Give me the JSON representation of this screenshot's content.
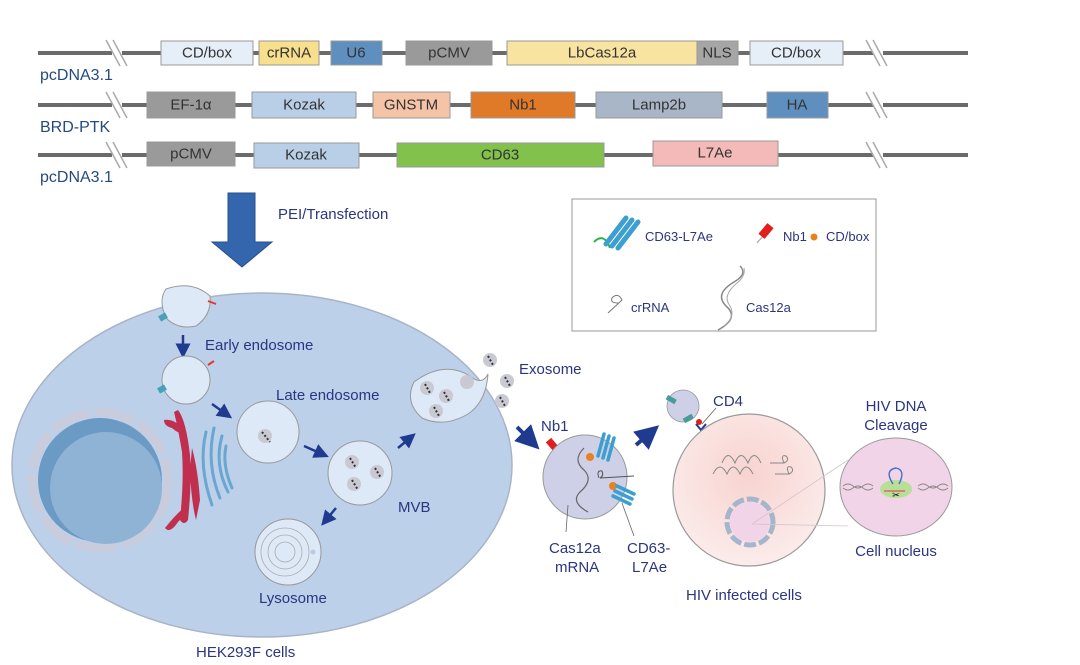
{
  "colors": {
    "label_text": "#2b3580",
    "plasmid_label": "#244a80",
    "backbone": "#6b6b6b",
    "cell_fill": "#bcd0ea",
    "arrow_blue": "#1f3b8f",
    "big_arrow": "#3466ad"
  },
  "constructs": [
    {
      "name": "pcDNA3.1",
      "elements": [
        {
          "label": "CD/box",
          "color": "#e6eef7"
        },
        {
          "label": "crRNA",
          "color": "#f7df8e"
        },
        {
          "label": "U6",
          "color": "#5f8fbe"
        },
        {
          "label": "pCMV",
          "color": "#9a9a9a"
        },
        {
          "label": "LbCas12a",
          "color": "#f9e3a0"
        },
        {
          "label": "NLS",
          "color": "#a6a6a6"
        },
        {
          "label": "CD/box",
          "color": "#e6eef7"
        }
      ]
    },
    {
      "name": "BRD-PTK",
      "elements": [
        {
          "label": "EF-1α",
          "color": "#9a9a9a"
        },
        {
          "label": "Kozak",
          "color": "#b9cfe8"
        },
        {
          "label": "GNSTM",
          "color": "#f5c3a6"
        },
        {
          "label": "Nb1",
          "color": "#e07a28"
        },
        {
          "label": "Lamp2b",
          "color": "#a9b6c8"
        },
        {
          "label": "HA",
          "color": "#5f8fbe"
        }
      ]
    },
    {
      "name": "pcDNA3.1",
      "elements": [
        {
          "label": "pCMV",
          "color": "#9a9a9a"
        },
        {
          "label": "Kozak",
          "color": "#b9cfe8"
        },
        {
          "label": "CD63",
          "color": "#82c14b"
        },
        {
          "label": "L7Ae",
          "color": "#f4b9b9"
        }
      ]
    }
  ],
  "transfection_label": "PEI/Transfection",
  "legend": {
    "items": [
      {
        "label": "CD63-L7Ae",
        "icon": "cd63-l7ae-icon"
      },
      {
        "label": "Nb1",
        "icon": "nb1-icon"
      },
      {
        "label": "CD/box",
        "icon": "cd-box-icon"
      },
      {
        "label": "crRNA",
        "icon": "crrna-icon"
      },
      {
        "label": "Cas12a",
        "icon": "cas12a-icon"
      }
    ]
  },
  "producer_cell": {
    "name": "HEK293F cells",
    "labels": {
      "early_endosome": "Early endosome",
      "late_endosome": "Late endosome",
      "mvb": "MVB",
      "lysosome": "Lysosome",
      "exosome": "Exosome"
    }
  },
  "exosome_detail": {
    "nb1": "Nb1",
    "cas12a_line1": "Cas12a",
    "cas12a_line2": "mRNA",
    "cd63_line1": "CD63-",
    "cd63_line2": "L7Ae"
  },
  "target_cell": {
    "cd4": "CD4",
    "name": "HIV infected cells",
    "cleavage_line1": "HIV DNA",
    "cleavage_line2": "Cleavage",
    "nucleus": "Cell nucleus"
  }
}
